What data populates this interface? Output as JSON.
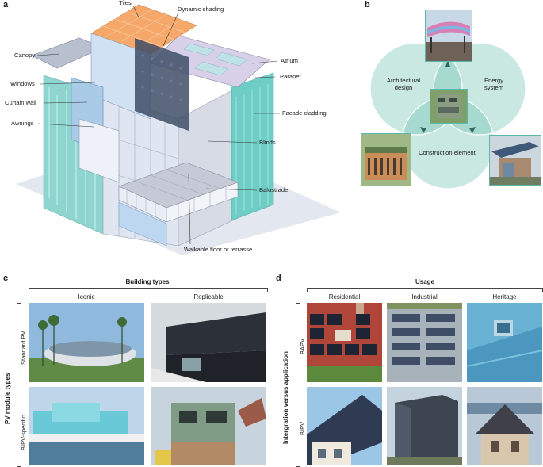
{
  "panel_a": {
    "letter": "a",
    "labels": {
      "tiles": "Tiles",
      "dynamic_shading": "Dynamic shading",
      "canopy": "Canopy",
      "atrium": "Atrium",
      "parapet": "Parapet",
      "windows": "Windows",
      "curtain_wall": "Curtain wall",
      "awnings": "Awnings",
      "facade_cladding": "Facade cladding",
      "blinds": "Blinds",
      "balustrade": "Balustrade",
      "walkable_floor": "Walkable floor or terrasse"
    }
  },
  "panel_b": {
    "letter": "b",
    "circles": {
      "left": "Architectural design",
      "right": "Energy system",
      "bottom": "Construction element"
    },
    "colors": {
      "circle": "#c9e8e2",
      "overlap": "#9fd6cc",
      "center": "#6fc1b3"
    }
  },
  "panel_c": {
    "letter": "c",
    "header": "Building types",
    "columns": [
      "Iconic",
      "Replicable"
    ],
    "row_group": "PV module types",
    "rows": [
      "Standard PV",
      "BIPV-specific"
    ]
  },
  "panel_d": {
    "letter": "d",
    "header": "Usage",
    "columns": [
      "Residential",
      "Industrial",
      "Heritage"
    ],
    "row_group": "Intergration  versus application",
    "rows": [
      "BAPV",
      "BIPV"
    ]
  }
}
